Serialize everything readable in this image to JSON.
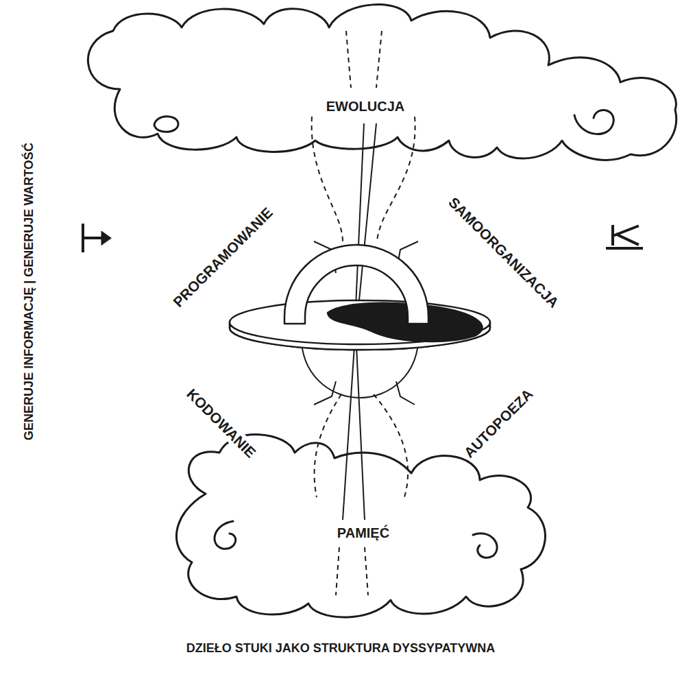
{
  "diagram": {
    "caption": "DZIEŁO STUKI JAKO STRUKTURA DYSSYPATYWNA",
    "labels": [
      "GENERUJE INFORMACJĘ | GENERUJE WARTOŚĆ",
      "EWOLUCJA",
      "PROGRAMOWANIE",
      "SAMOORGANIZACJA",
      "KODOWANIE",
      "AUTOPOEZA",
      "PAMIĘĆ"
    ]
  }
}
